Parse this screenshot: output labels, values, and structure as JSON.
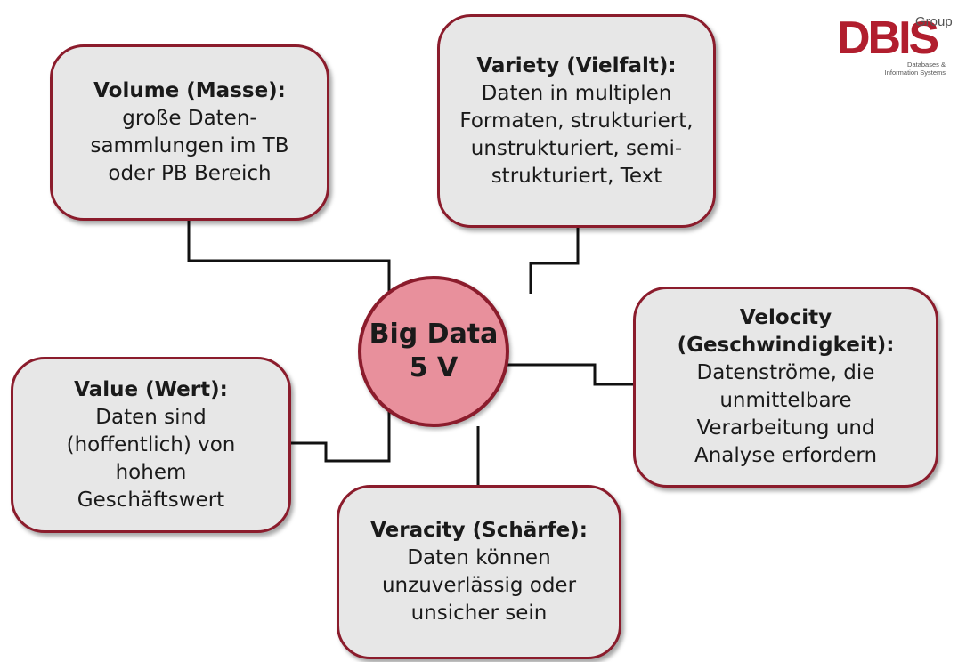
{
  "center": {
    "line1": "Big Data",
    "line2": "5 V"
  },
  "nodes": {
    "volume": {
      "title": "Volume (Masse):",
      "desc": "große Daten-\nsammlungen im TB\noder PB Bereich"
    },
    "variety": {
      "title": "Variety (Vielfalt):",
      "desc": "Daten in multiplen\nFormaten, strukturiert,\nunstrukturiert, semi-\nstrukturiert, Text"
    },
    "velocity": {
      "title": "Velocity\n(Geschwindigkeit):",
      "desc": "Datenströme, die\nunmittelbare\nVerarbeitung und\nAnalyse erfordern"
    },
    "value": {
      "title": "Value (Wert):",
      "desc": "Daten sind\n(hoffentlich) von\nhohem\nGeschäftswert"
    },
    "veracity": {
      "title": "Veracity (Schärfe):",
      "desc": "Daten können\nunzuverlässig oder\nunsicher sein"
    }
  },
  "logo": {
    "mark": "DBIS",
    "group": "Group",
    "subtitle_line1": "Databases &",
    "subtitle_line2": "Information Systems"
  },
  "colors": {
    "border": "#8b1c2c",
    "box_fill": "#e7e7e7",
    "center_fill": "#e8909c",
    "logo": "#b11e2e"
  }
}
